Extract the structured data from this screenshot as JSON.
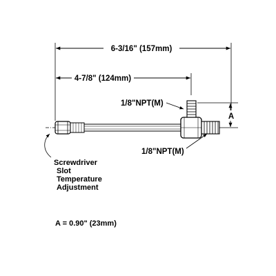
{
  "dimensions": {
    "overall_length": "6-3/16\" (157mm)",
    "body_length": "4-7/8\" (124mm)",
    "a_label": "A"
  },
  "ports": {
    "top_port": "1/8\"NPT(M)",
    "end_port": "1/8\"NPT(M)"
  },
  "callout": {
    "line1": "Screwdriver",
    "line2": "Slot",
    "line3": "Temperature",
    "line4": "Adjustment"
  },
  "note": "A = 0.90\" (23mm)",
  "colors": {
    "ink": "#000000",
    "background": "#ffffff"
  }
}
